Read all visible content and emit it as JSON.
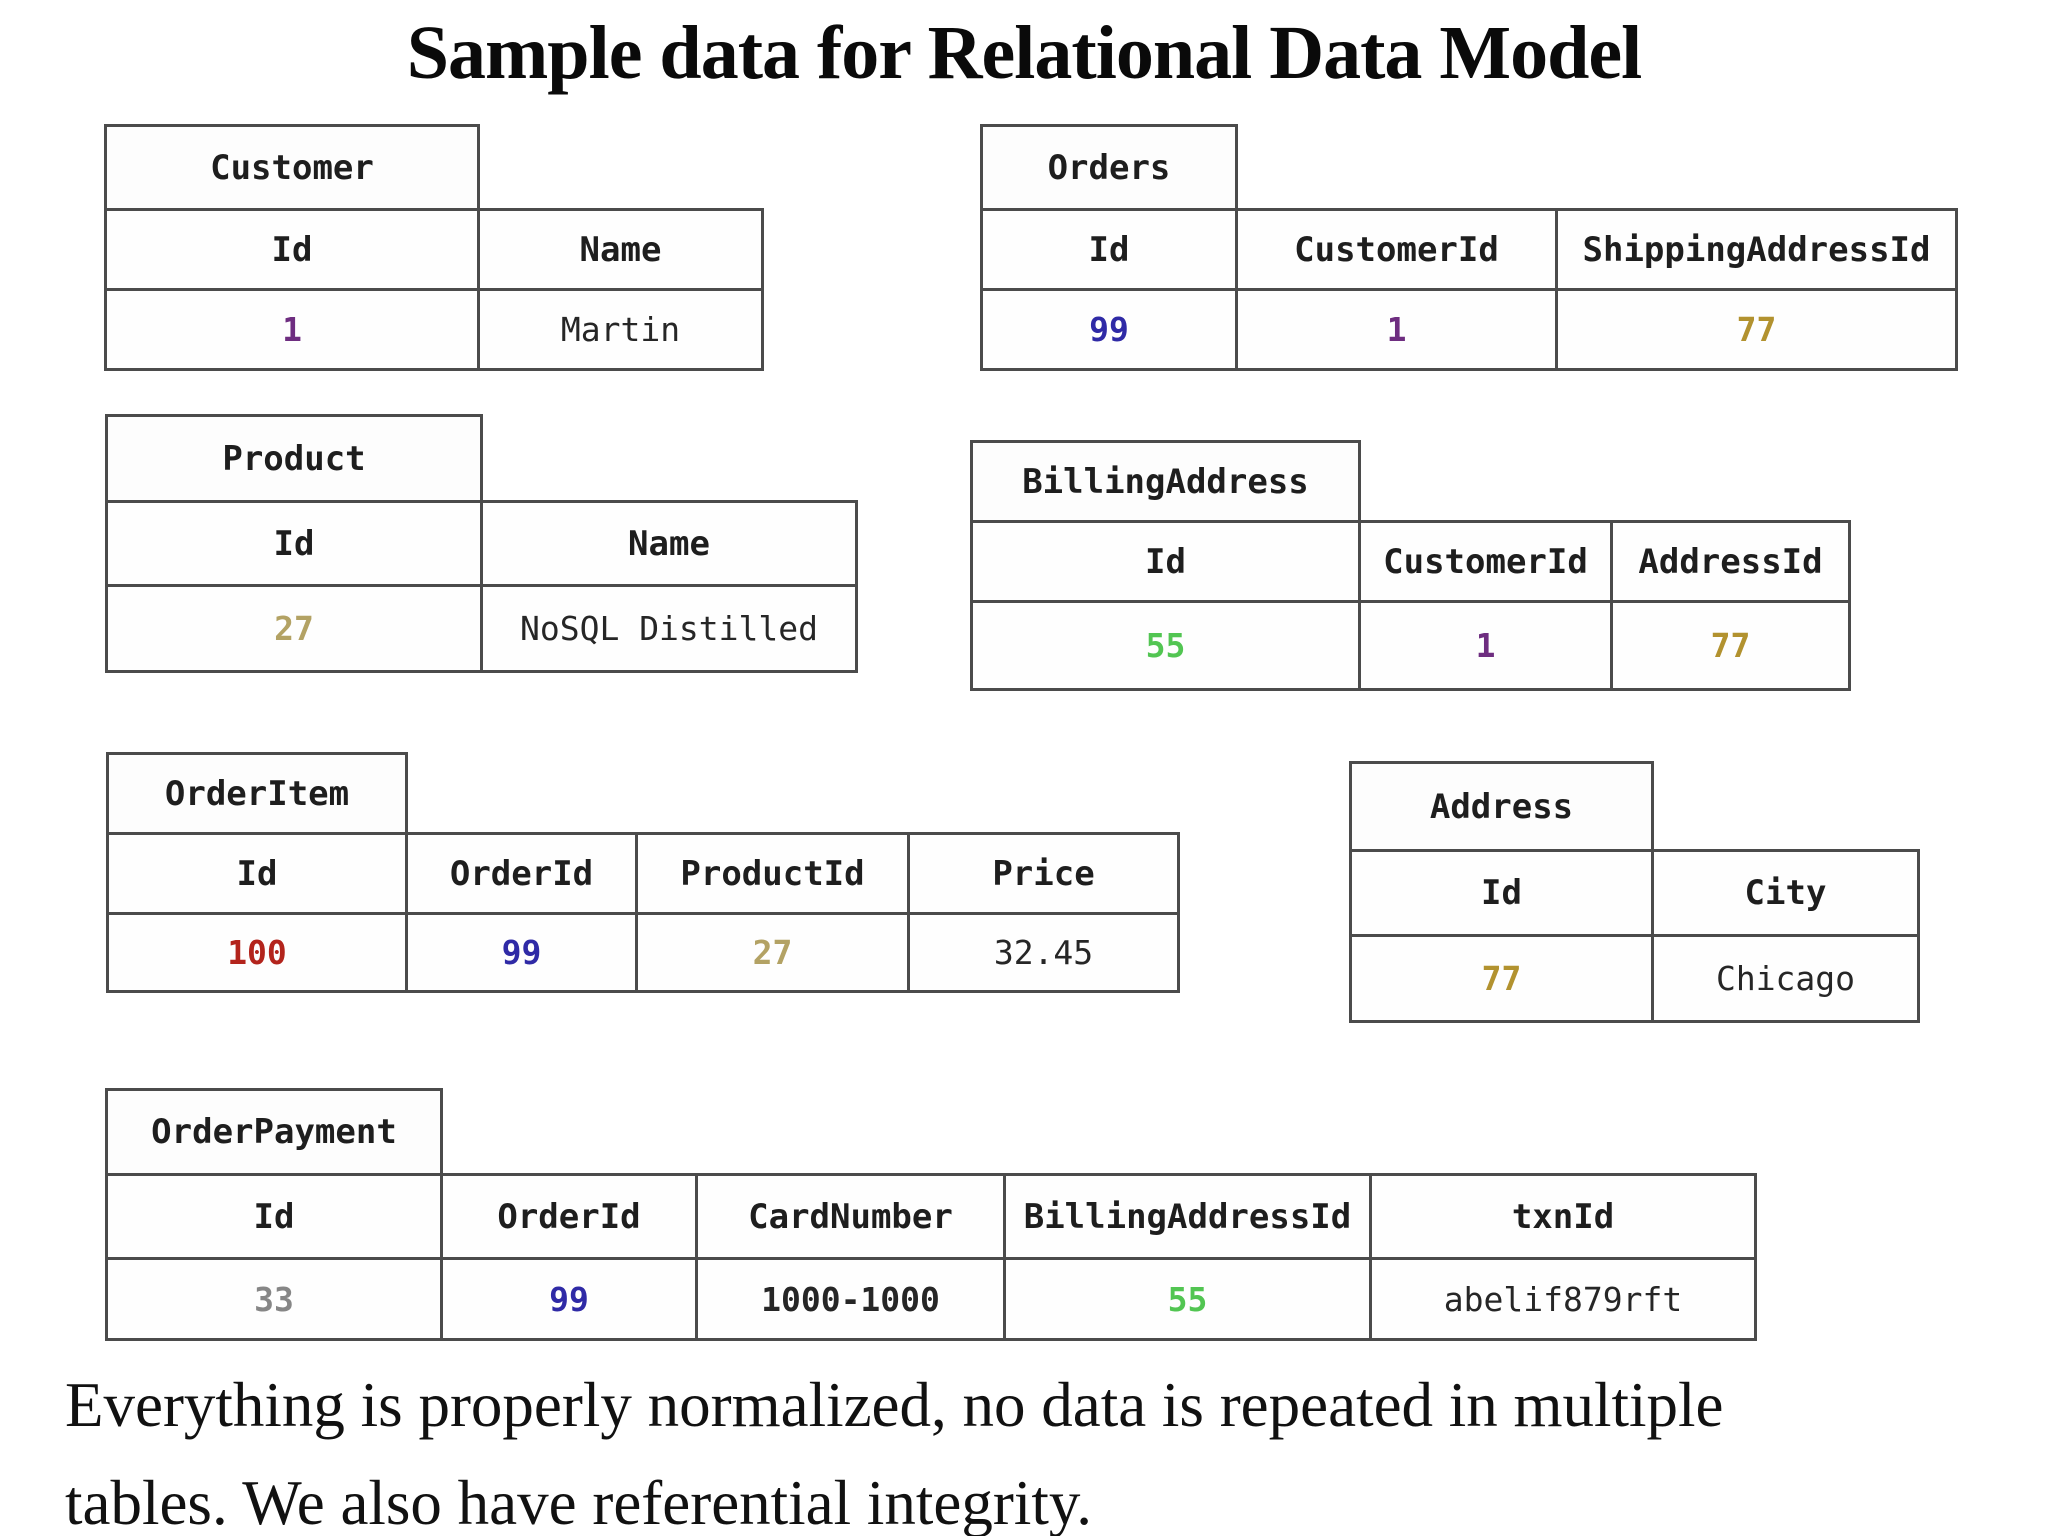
{
  "page": {
    "title": "Sample data for Relational Data Model",
    "footer": {
      "line1": "Everything is properly normalized, no data is repeated in multiple",
      "line2": "tables. We also have referential integrity."
    }
  },
  "palette": {
    "customer_id_purple": "#6e2d80",
    "order_id_blue": "#2f2aa6",
    "address_id_gold": "#b2922f",
    "product_id_khaki": "#b3a264",
    "billing_id_green": "#52c552",
    "orderitem_id_red": "#b3241c",
    "payment_id_gray": "#868686",
    "plain_text": "#262626",
    "border_gray": "#4b4b4b"
  },
  "tables": [
    {
      "name": "Customer",
      "headers": [
        "Id",
        "Name"
      ],
      "row": [
        {
          "text": "1",
          "color": "#6e2d80"
        },
        {
          "text": "Martin",
          "color": "#262626"
        }
      ]
    },
    {
      "name": "Orders",
      "headers": [
        "Id",
        "CustomerId",
        "ShippingAddressId"
      ],
      "row": [
        {
          "text": "99",
          "color": "#2f2aa6"
        },
        {
          "text": "1",
          "color": "#6e2d80"
        },
        {
          "text": "77",
          "color": "#b2922f"
        }
      ]
    },
    {
      "name": "Product",
      "headers": [
        "Id",
        "Name"
      ],
      "row": [
        {
          "text": "27",
          "color": "#b3a264"
        },
        {
          "text": "NoSQL Distilled",
          "color": "#262626"
        }
      ]
    },
    {
      "name": "BillingAddress",
      "headers": [
        "Id",
        "CustomerId",
        "AddressId"
      ],
      "row": [
        {
          "text": "55",
          "color": "#52c552"
        },
        {
          "text": "1",
          "color": "#6e2d80"
        },
        {
          "text": "77",
          "color": "#b2922f"
        }
      ]
    },
    {
      "name": "OrderItem",
      "headers": [
        "Id",
        "OrderId",
        "ProductId",
        "Price"
      ],
      "row": [
        {
          "text": "100",
          "color": "#b3241c"
        },
        {
          "text": "99",
          "color": "#2f2aa6"
        },
        {
          "text": "27",
          "color": "#b3a264"
        },
        {
          "text": "32.45",
          "color": "#262626"
        }
      ]
    },
    {
      "name": "Address",
      "headers": [
        "Id",
        "City"
      ],
      "row": [
        {
          "text": "77",
          "color": "#b2922f"
        },
        {
          "text": "Chicago",
          "color": "#262626"
        }
      ]
    },
    {
      "name": "OrderPayment",
      "headers": [
        "Id",
        "OrderId",
        "CardNumber",
        "BillingAddressId",
        "txnId"
      ],
      "row": [
        {
          "text": "33",
          "color": "#868686"
        },
        {
          "text": "99",
          "color": "#2f2aa6"
        },
        {
          "text": "1000-1000",
          "color": "#262626"
        },
        {
          "text": "55",
          "color": "#52c552"
        },
        {
          "text": "abelif879rft",
          "color": "#262626"
        }
      ]
    }
  ]
}
